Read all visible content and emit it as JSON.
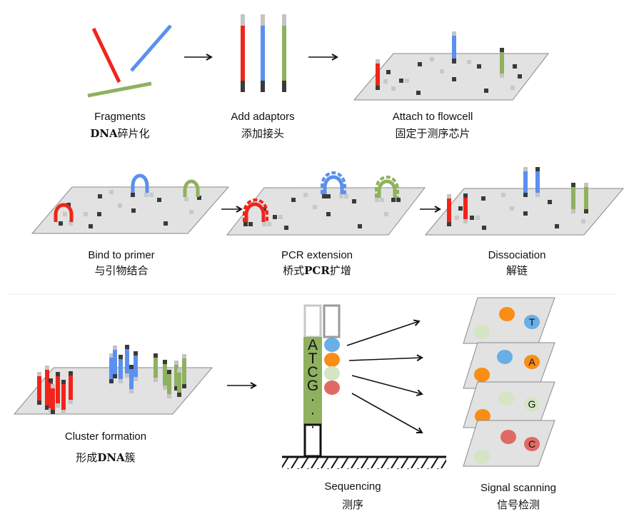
{
  "title": "Illumina sequencing workflow",
  "colors": {
    "red": "#f0251a",
    "blue": "#5b8ff0",
    "green": "#8fb15f",
    "dark_cap": "#3a3a3a",
    "light_cap": "#c4c4c4",
    "plane": "#e2e2e2",
    "signal_blue": "#6aaee6",
    "signal_orange": "#f98d16",
    "signal_lightgreen": "#d4e5c3",
    "signal_red": "#e06a65"
  },
  "steps": [
    {
      "id": "fragments",
      "label_en": "Fragments",
      "label_zh_prefix": "DNA",
      "label_zh": "碎片化"
    },
    {
      "id": "add-adaptors",
      "label_en": "Add adaptors",
      "label_zh": "添加接头"
    },
    {
      "id": "attach",
      "label_en": "Attach to flowcell",
      "label_zh": "固定于测序芯片"
    },
    {
      "id": "bind",
      "label_en": "Bind to primer",
      "label_zh": "与引物结合"
    },
    {
      "id": "pcr",
      "label_en": "PCR extension",
      "label_zh": "桥式",
      "label_zh_mid": "PCR",
      "label_zh_suffix": "扩增"
    },
    {
      "id": "dissociation",
      "label_en": "Dissociation",
      "label_zh": "解链"
    },
    {
      "id": "cluster",
      "label_en": "Cluster formation",
      "label_zh": "形成",
      "label_zh_mid": "DNA",
      "label_zh_suffix": "簇"
    },
    {
      "id": "sequencing",
      "label_en": "Sequencing",
      "label_zh": "测序"
    },
    {
      "id": "signal",
      "label_en": "Signal scanning",
      "label_zh": "信号检测"
    }
  ],
  "sequence_letters": [
    "A",
    "T",
    "C",
    "G",
    "·",
    "·",
    "·"
  ],
  "scan_layers": [
    {
      "base": "T",
      "badge_color": "signal_blue"
    },
    {
      "base": "A",
      "badge_color": "signal_orange"
    },
    {
      "base": "G",
      "badge_color": "signal_lightgreen"
    },
    {
      "base": "C",
      "badge_color": "signal_red"
    }
  ]
}
